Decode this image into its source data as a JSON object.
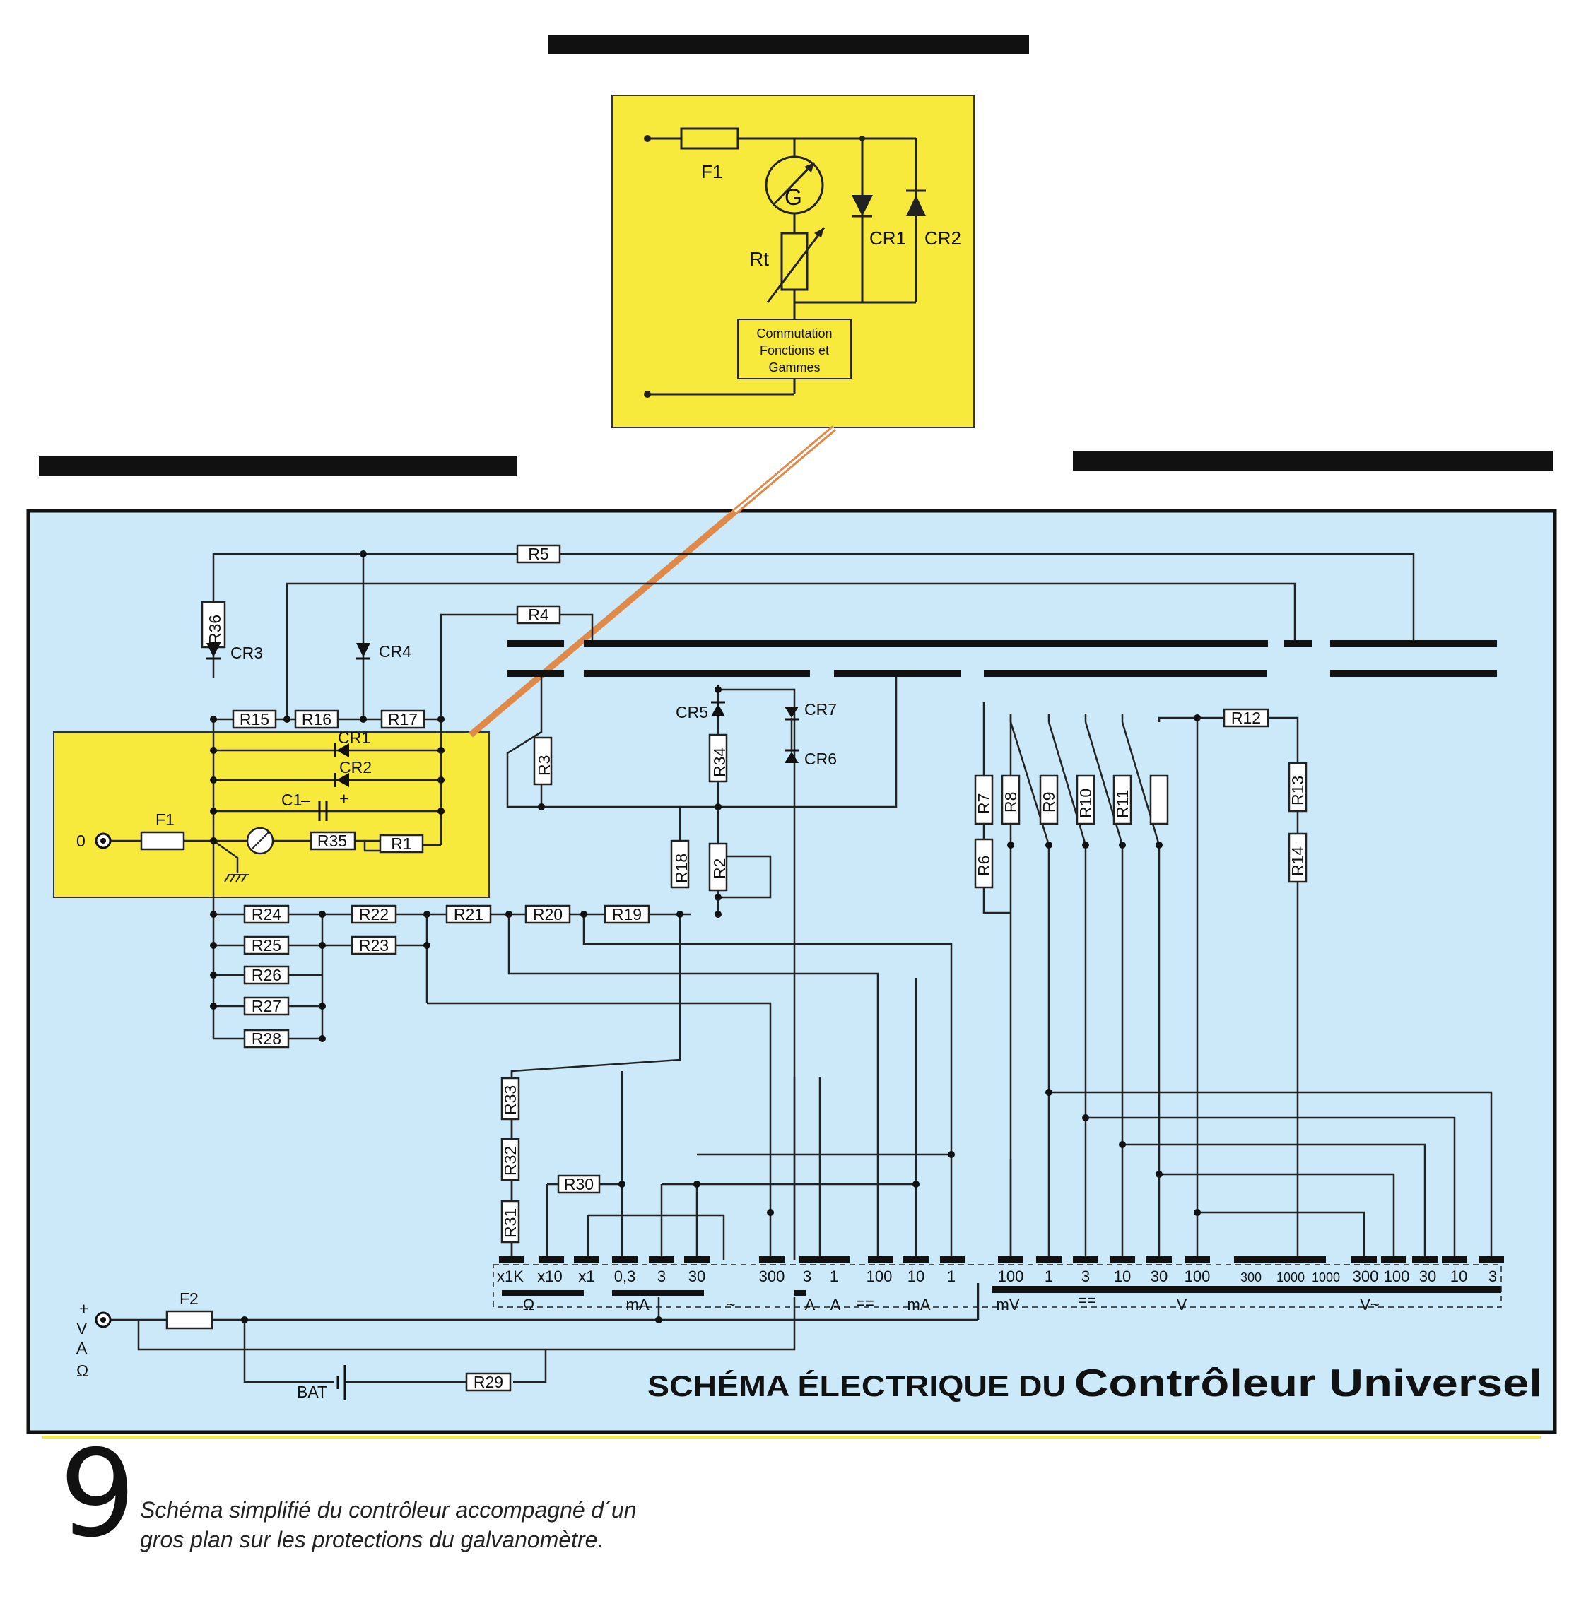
{
  "diagram": {
    "title_part1": "SCHÉMA ÉLECTRIQUE DU",
    "title_part2": "Contrôleur Universel",
    "figure_number": "9",
    "caption_line1": "Schéma simplifié du contrôleur accompagné d´un",
    "caption_line2": "gros plan sur les protections du galvanomètre.",
    "colors": {
      "main_background": "#cbe9f8",
      "highlight_yellow": "#f8ea3c",
      "leader": "#e08a4a",
      "ink": "#111111"
    },
    "inset": {
      "fuse": "F1",
      "galvanometer": "G",
      "thermistor": "Rt",
      "diode1": "CR1",
      "diode2": "CR2",
      "block_line1": "Commutation",
      "block_line2": "Fonctions et",
      "block_line3": "Gammes"
    },
    "components": {
      "r36": "R36",
      "r5": "R5",
      "r4": "R4",
      "cr3": "CR3",
      "cr4": "CR4",
      "r15": "R15",
      "r16": "R16",
      "r17": "R17",
      "cr1": "CR1",
      "cr2": "CR2",
      "c1": "C1",
      "c1_minus": "–",
      "c1_plus": "+",
      "f1": "F1",
      "r35": "R35",
      "r1": "R1",
      "input0": "0",
      "r3": "R3",
      "cr5": "CR5",
      "cr7": "CR7",
      "cr6": "CR6",
      "r34": "R34",
      "r18": "R18",
      "r2": "R2",
      "r24": "R24",
      "r25": "R25",
      "r26": "R26",
      "r27": "R27",
      "r28": "R28",
      "r22": "R22",
      "r23": "R23",
      "r21": "R21",
      "r20": "R20",
      "r19": "R19",
      "r33": "R33",
      "r32": "R32",
      "r31": "R31",
      "r30": "R30",
      "r29": "R29",
      "r7": "R7",
      "r6": "R6",
      "r8": "R8",
      "r9": "R9",
      "r10": "R10",
      "r11": "R11",
      "r12": "R12",
      "r13": "R13",
      "r14": "R14",
      "f2": "F2",
      "bat": "BAT",
      "plus": "+",
      "v": "V",
      "a": "A",
      "ohm_input": "Ω"
    },
    "selector_labels": [
      "x1K",
      "x10",
      "x1",
      "0,3",
      "3",
      "30",
      "300",
      "3",
      "1",
      "100",
      "10",
      "1",
      "100",
      "1",
      "3",
      "10",
      "30",
      "100",
      "300",
      "1000",
      "1000",
      "300",
      "100",
      "30",
      "10",
      "3"
    ],
    "range_groups": {
      "ohm": "Ω",
      "ma": "mA",
      "ac": "~",
      "a_ac": "A",
      "a_dc": "A",
      "dc1": "==",
      "ma_dc": "mA",
      "mv": "mV",
      "dc2": "==",
      "v_dc": "V",
      "v_ac": "V~"
    }
  }
}
